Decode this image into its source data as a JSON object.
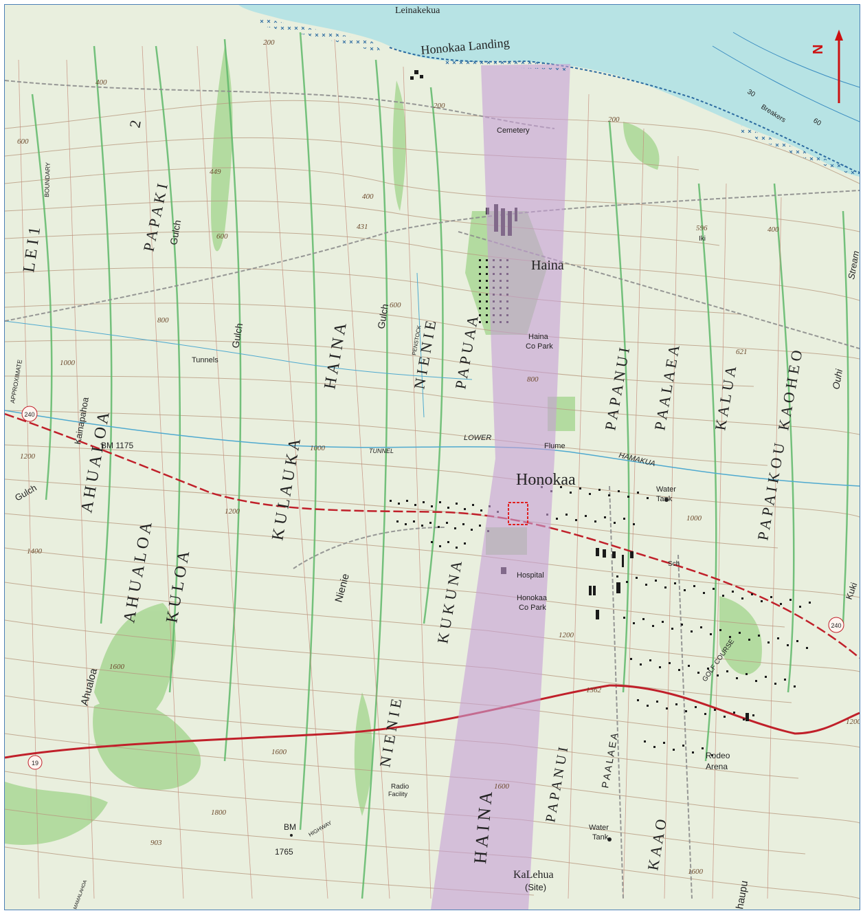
{
  "colors": {
    "land": "#e9efde",
    "ocean": "#b7e3e4",
    "vegetation": "#9fd08c",
    "contour": "#b89a80",
    "stream": "#4ea9cf",
    "highway": "#c0202a",
    "corridor": "#c79fd6",
    "marker": "#e02020",
    "north_arrow": "#cc1010",
    "frame": "#4a7fb5"
  },
  "north_arrow": {
    "label": "N"
  },
  "coast_labels": {
    "leinakekua": "Leinakekua",
    "landing": "Honokaa Landing",
    "breakers": "Breakers",
    "depth_30": "30",
    "depth_60": "60"
  },
  "places": {
    "haina": "Haina",
    "honokaa": "Honokaa",
    "cemetery": "Cemetery",
    "haina_park_1": "Haina",
    "haina_park_2": "Co Park",
    "hospital": "Hospital",
    "honokaa_park_1": "Honokaa",
    "honokaa_park_2": "Co Park",
    "water_tank_1a": "Water",
    "water_tank_1b": "Tank",
    "water_tank_2a": "Water",
    "water_tank_2b": "Tank",
    "radio": "Radio",
    "radio_2": "Facility",
    "rodeo_1": "Rodeo",
    "rodeo_2": "Arena",
    "golf": "GOLF COURSE",
    "kalehua_1": "KaLehua",
    "kalehua_2": "(Site)",
    "tunnels": "Tunnels",
    "sch": "Sch",
    "iki": "Iki",
    "bm_1175": "BM 1175",
    "bm": "BM",
    "bm_1765": "1765"
  },
  "features": {
    "lower": "LOWER",
    "tunnel": "TUNNEL",
    "flume": "Flume",
    "hamakua": "HAMAKUA",
    "penstock": "PENSTOCK",
    "highway": "HIGHWAY",
    "mamalahoa": "MAMALAHOA",
    "boundary": "BOUNDARY",
    "approximate": "APPROXIMATE",
    "kainapahoa": "Kainapahoa",
    "gulch_1": "Gulch",
    "gulch_2": "Gulch",
    "gulch_3": "Gulch",
    "gulch_4": "Gulch",
    "nienie": "Nienie",
    "ahualoa": "Ahualoa",
    "stream": "Stream",
    "ouhi": "Ouhi",
    "haupu": "haupu",
    "kuki": "Kuki"
  },
  "ahupuaa": {
    "lei": "L E I  1",
    "a2": "2",
    "papaki": "P A P A K I",
    "ahualoa_1": "A H U A L O A",
    "ahualoa_2": "A H U A L O A",
    "kuloa": "K U L O A",
    "kukaiau": "K U L A U K A",
    "haina_strip": "H A I N A",
    "nienie_1": "N I E N I E",
    "nienie_2": "N I E N I E",
    "papuaa": "P A P U A A",
    "kukuna": "K U K U N A",
    "haina_2": "H A I N A",
    "papanui_1": "P A P A N U I",
    "papanui_2": "P A P A N U I",
    "paalaea_1": "P A A L A E A",
    "paalaea_2": "P A A L A E A",
    "kalua": "K A L U A",
    "kaoheo": "K A O H E O",
    "papaikou": "P A P A I K O U",
    "kaao": "K A A O"
  },
  "elevations": {
    "e200a": "200",
    "e200b": "200",
    "e200c": "200",
    "e400a": "400",
    "e400b": "400",
    "e400c": "400",
    "e449": "449",
    "e431": "431",
    "e596": "596",
    "e600a": "600",
    "e600b": "600",
    "e600c": "600",
    "e621": "621",
    "e800a": "800",
    "e800b": "800",
    "e1000a": "1000",
    "e1000b": "1000",
    "e1000c": "1000",
    "e1200a": "1200",
    "e1200b": "1200",
    "e1200c": "1200",
    "e1200d": "1200",
    "e1362": "1362",
    "e1400": "1400",
    "e1600a": "1600",
    "e1600b": "1600",
    "e1600c": "1600",
    "e1600d": "1600",
    "e1800": "1800",
    "e903": "903"
  },
  "routes": {
    "r240a": "240",
    "r240b": "240",
    "r19": "19"
  }
}
